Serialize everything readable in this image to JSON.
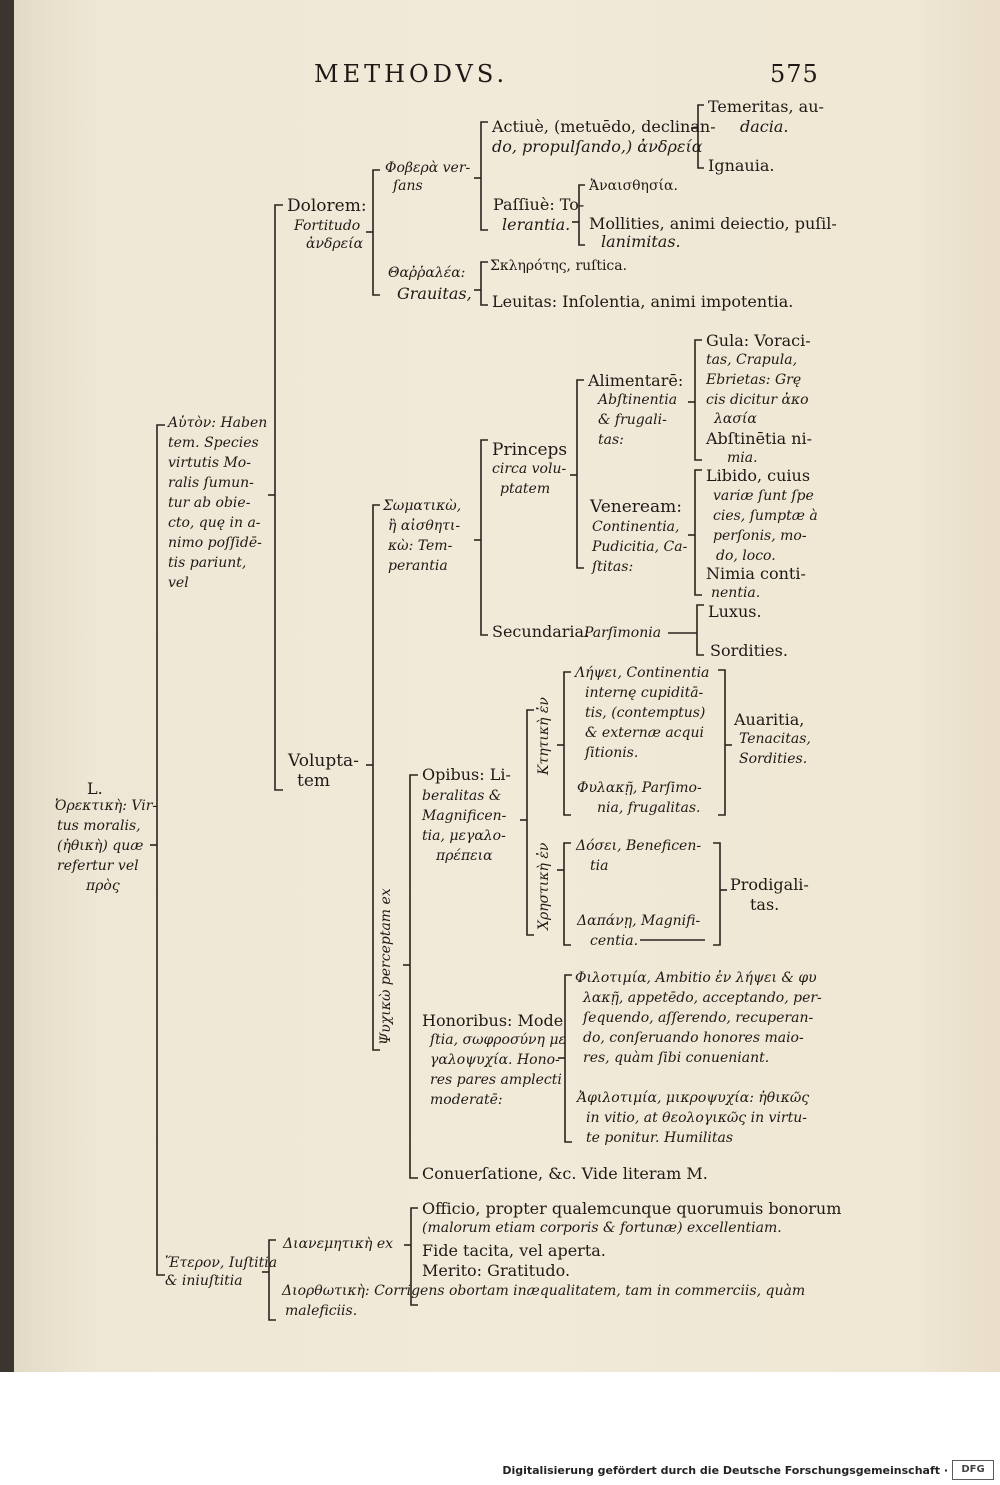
{
  "header": {
    "title": "METHODVS.",
    "page_number": "575"
  },
  "root": [
    "L.",
    "Ὀρεκτικὴ: Vir-",
    "tus moralis,",
    "(ἠθικὴ) quæ",
    "refertur vel",
    "πρὸς"
  ],
  "auton": [
    "Αὑτὸν: Haben",
    "tem. Species",
    "virtutis Mo-",
    "ralis ſumun-",
    "tur ab obie-",
    "cto, quę in a-",
    "nimo poſſidē-",
    "tis pariunt,",
    "vel"
  ],
  "dolorem": {
    "label": "Dolorem:",
    "sub": [
      "Fortitudo",
      "ἀνδρεία"
    ]
  },
  "phob": [
    "Φοβερὰ ver-",
    "ſans"
  ],
  "active": [
    "Actiuè, (metuēdo, declinan-",
    "do, propulſando,) ἀνδρεία"
  ],
  "temeritas": [
    "Temeritas, au-",
    "dacia."
  ],
  "ignauia": "Ignauia.",
  "passiue": [
    "Paſſiuè: To-",
    "lerantia."
  ],
  "anais": "Ἀναισθησία.",
  "mollities": [
    "Mollities, animi deiectio, puſil-",
    "lanimitas."
  ],
  "tharr": [
    "Θαῤῥαλέα:",
    "Grauitas,"
  ],
  "skler": "Σκληρότης, ruſtica.",
  "leuitas": "Leuitas: Inſolentia, animi impotentia.",
  "voluptatem": [
    "Volupta-",
    "tem"
  ],
  "somat": [
    "Σωματικὼ,",
    "ἢ αἰσθητι-",
    "κὼ: Tem-",
    "perantia"
  ],
  "princeps": [
    "Princeps",
    "circa volu-",
    "ptatem"
  ],
  "alimentare": [
    "Alimentarē:",
    "Abſtinentia",
    "& frugali-",
    "tas:"
  ],
  "gula": [
    "Gula: Voraci-",
    "tas, Crapula,",
    "Ebrietas: Grę",
    "cis dicitur ἀκο",
    "λασία"
  ],
  "abstinentia": [
    "Abſtinētia ni-",
    "mia."
  ],
  "veneream": [
    "Veneream:",
    "Continentia,",
    "Pudicitia, Ca-",
    "ſtitas:"
  ],
  "libido": [
    "Libido, cuius",
    "variæ ſunt ſpe",
    "cies, ſumptæ à",
    "perſonis, mo-",
    "do, loco."
  ],
  "nimia": [
    "Nimia conti-",
    "nentia."
  ],
  "secundaria": [
    "Secundaria:",
    "Parſimonia"
  ],
  "luxus": "Luxus.",
  "sordities": "Sordities.",
  "psych": "Ψυχικὼ perceptam ex",
  "opibus": [
    "Opibus: Li-",
    "beralitas &",
    "Magnificen-",
    "tia, μεγαλο-",
    "πρέπεια"
  ],
  "ktet": "Κτητικὴ ἐν",
  "chret": "Χρηστικὴ ἐν",
  "lepsei": [
    "Λήψει, Continentia",
    "internę cupiditā-",
    "tis, (contemptus)",
    "& externæ acqui",
    "ſitionis."
  ],
  "phylake": [
    "Φυλακῇ, Parſimo-",
    "nia, frugalitas."
  ],
  "auaritia": [
    "Auaritia,",
    "Tenacitas,",
    "Sordities."
  ],
  "dosei": [
    "Δόσει, Beneficen-",
    "tia"
  ],
  "dapane": [
    "Δαπάνῃ, Magnifi-",
    "centia."
  ],
  "prodigalitas": [
    "Prodigali-",
    "tas."
  ],
  "honoribus": [
    "Honoribus: Mode",
    "ſtia, σωφροσύνη με",
    "γαλοψυχία. Hono-",
    "res pares amplecti",
    "moderatē:"
  ],
  "philotimia": [
    "Φιλοτιμία, Ambitio ἐν λήψει & φυ",
    "λακῇ, appetēdo, acceptando, per-",
    "ſequendo, aſſerendo, recuperan-",
    "do, conſeruando honores maio-",
    "res, quàm ſibi conueniant."
  ],
  "aphilotimia": [
    "Ἀφιλοτιμία, μικροψυχία: ἠθικῶς",
    "in vitio, at θεολογικῶς in virtu-",
    "te ponitur. Humilitas"
  ],
  "conuersatione": "Conuerſatione, &c. Vide literam M.",
  "heteron": [
    "Ἕτερον, Iuſtitia",
    "& iniuſtitia"
  ],
  "dianem": "Διανεμητικὴ ex",
  "officio": [
    "Officio, propter qualemcunque quorumuis bonorum",
    "(malorum etiam corporis & fortunæ) excellentiam."
  ],
  "fide": "Fide tacita, vel aperta.",
  "merito": "Merito: Gratitudo.",
  "diorth": [
    "Διορθωτικὴ: Corrigens obortam inæqualitatem, tam in commerciis, quàm",
    "maleficiis."
  ],
  "footer": {
    "text": "Digitalisierung gefördert durch die Deutsche Forschungsgemeinschaft ·",
    "logo": "DFG"
  }
}
